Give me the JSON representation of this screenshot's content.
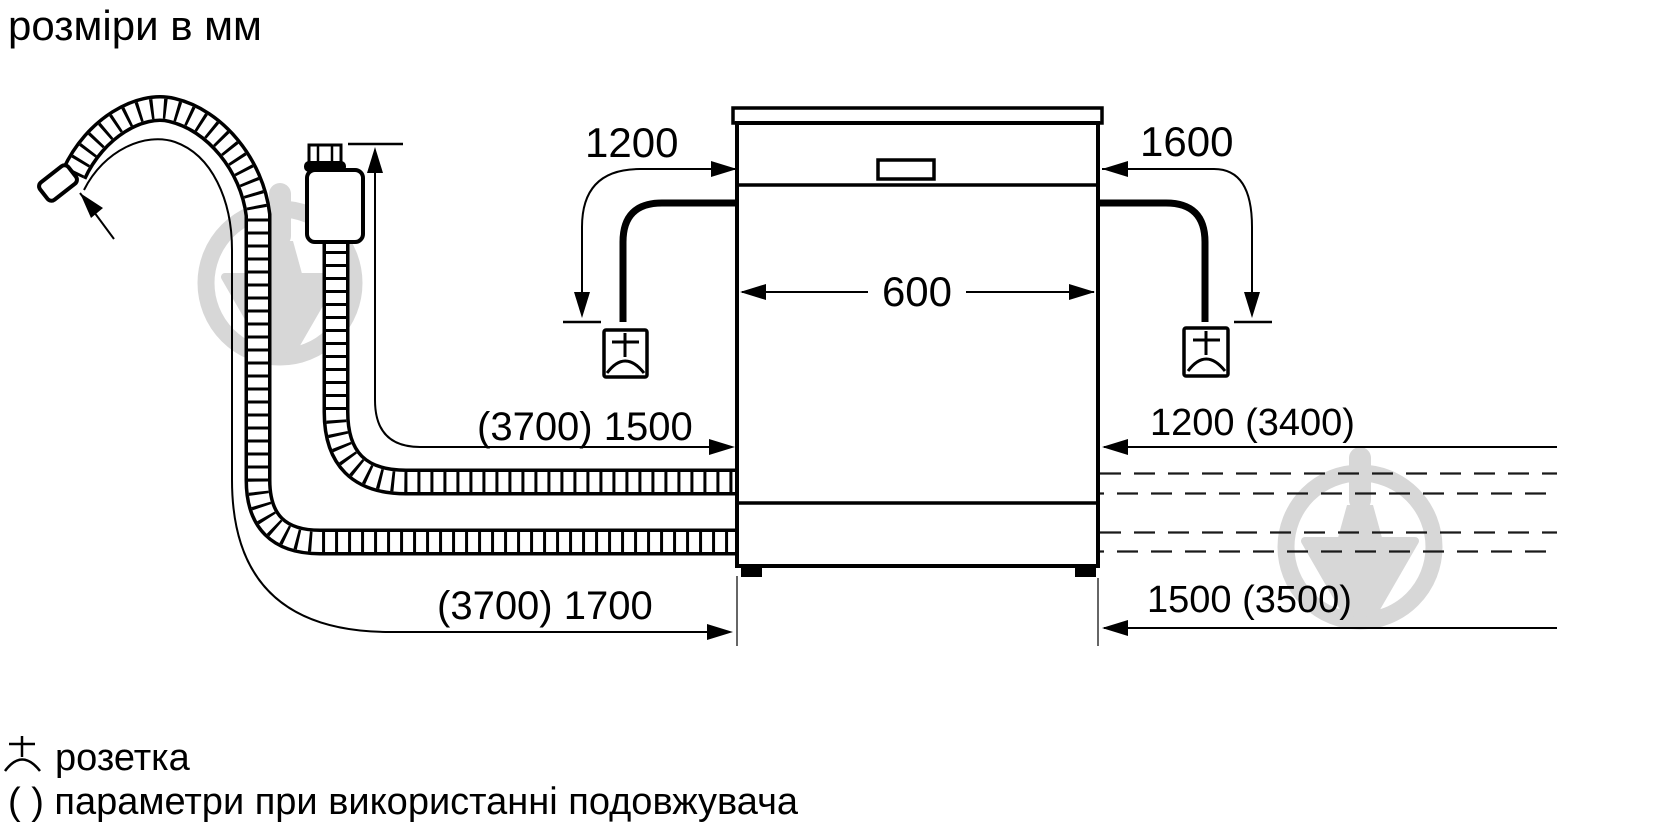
{
  "title": "розміри в мм",
  "labels": {
    "cord_left": "1200",
    "cord_right": "1600",
    "machine_width": "600",
    "inlet_hose": "(3700) 1500",
    "drain_hose": "(3700) 1700",
    "right_upper": "1200 (3400)",
    "right_lower": "1500 (3500)"
  },
  "legend": {
    "socket_label": "розетка",
    "extension_note": "( ) параметри при використанні подовжувача"
  },
  "icons": {
    "socket": "socket-symbol",
    "watermark": "trowel-watermark"
  },
  "colors": {
    "ink": "#000000",
    "background": "#ffffff",
    "watermark": "#d7d7d7"
  }
}
